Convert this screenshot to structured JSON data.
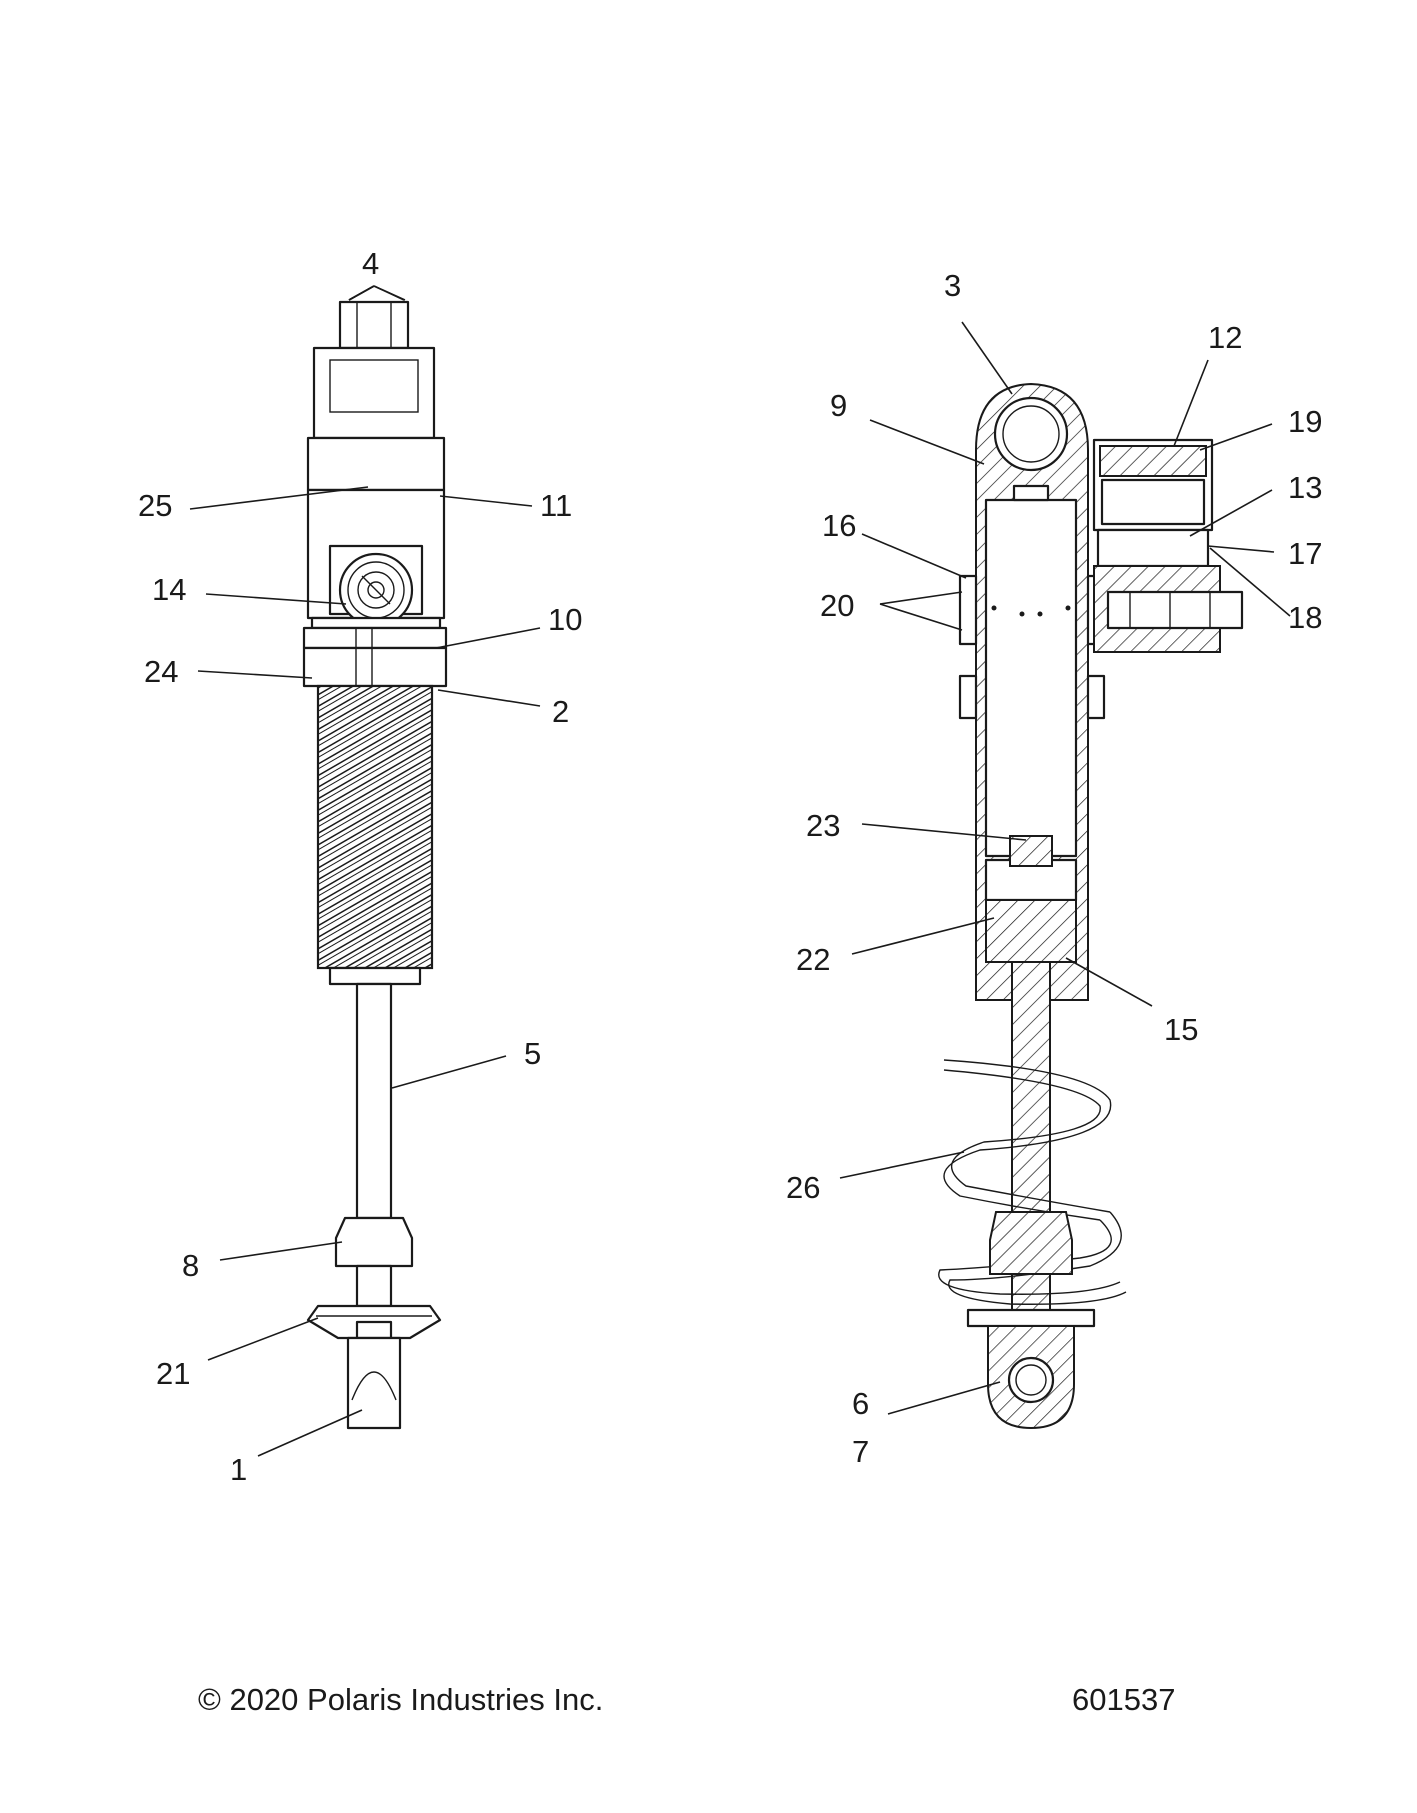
{
  "diagram": {
    "callouts": {
      "c1": "1",
      "c2": "2",
      "c3": "3",
      "c4": "4",
      "c5": "5",
      "c6": "6",
      "c7": "7",
      "c8": "8",
      "c9": "9",
      "c10": "10",
      "c11": "11",
      "c12": "12",
      "c13": "13",
      "c14": "14",
      "c15": "15",
      "c16": "16",
      "c17": "17",
      "c18": "18",
      "c19": "19",
      "c20": "20",
      "c21": "21",
      "c22": "22",
      "c23": "23",
      "c24": "24",
      "c25": "25",
      "c26": "26"
    }
  },
  "footer": {
    "copyright": "© 2020 Polaris Industries Inc.",
    "diagram_number": "601537"
  }
}
